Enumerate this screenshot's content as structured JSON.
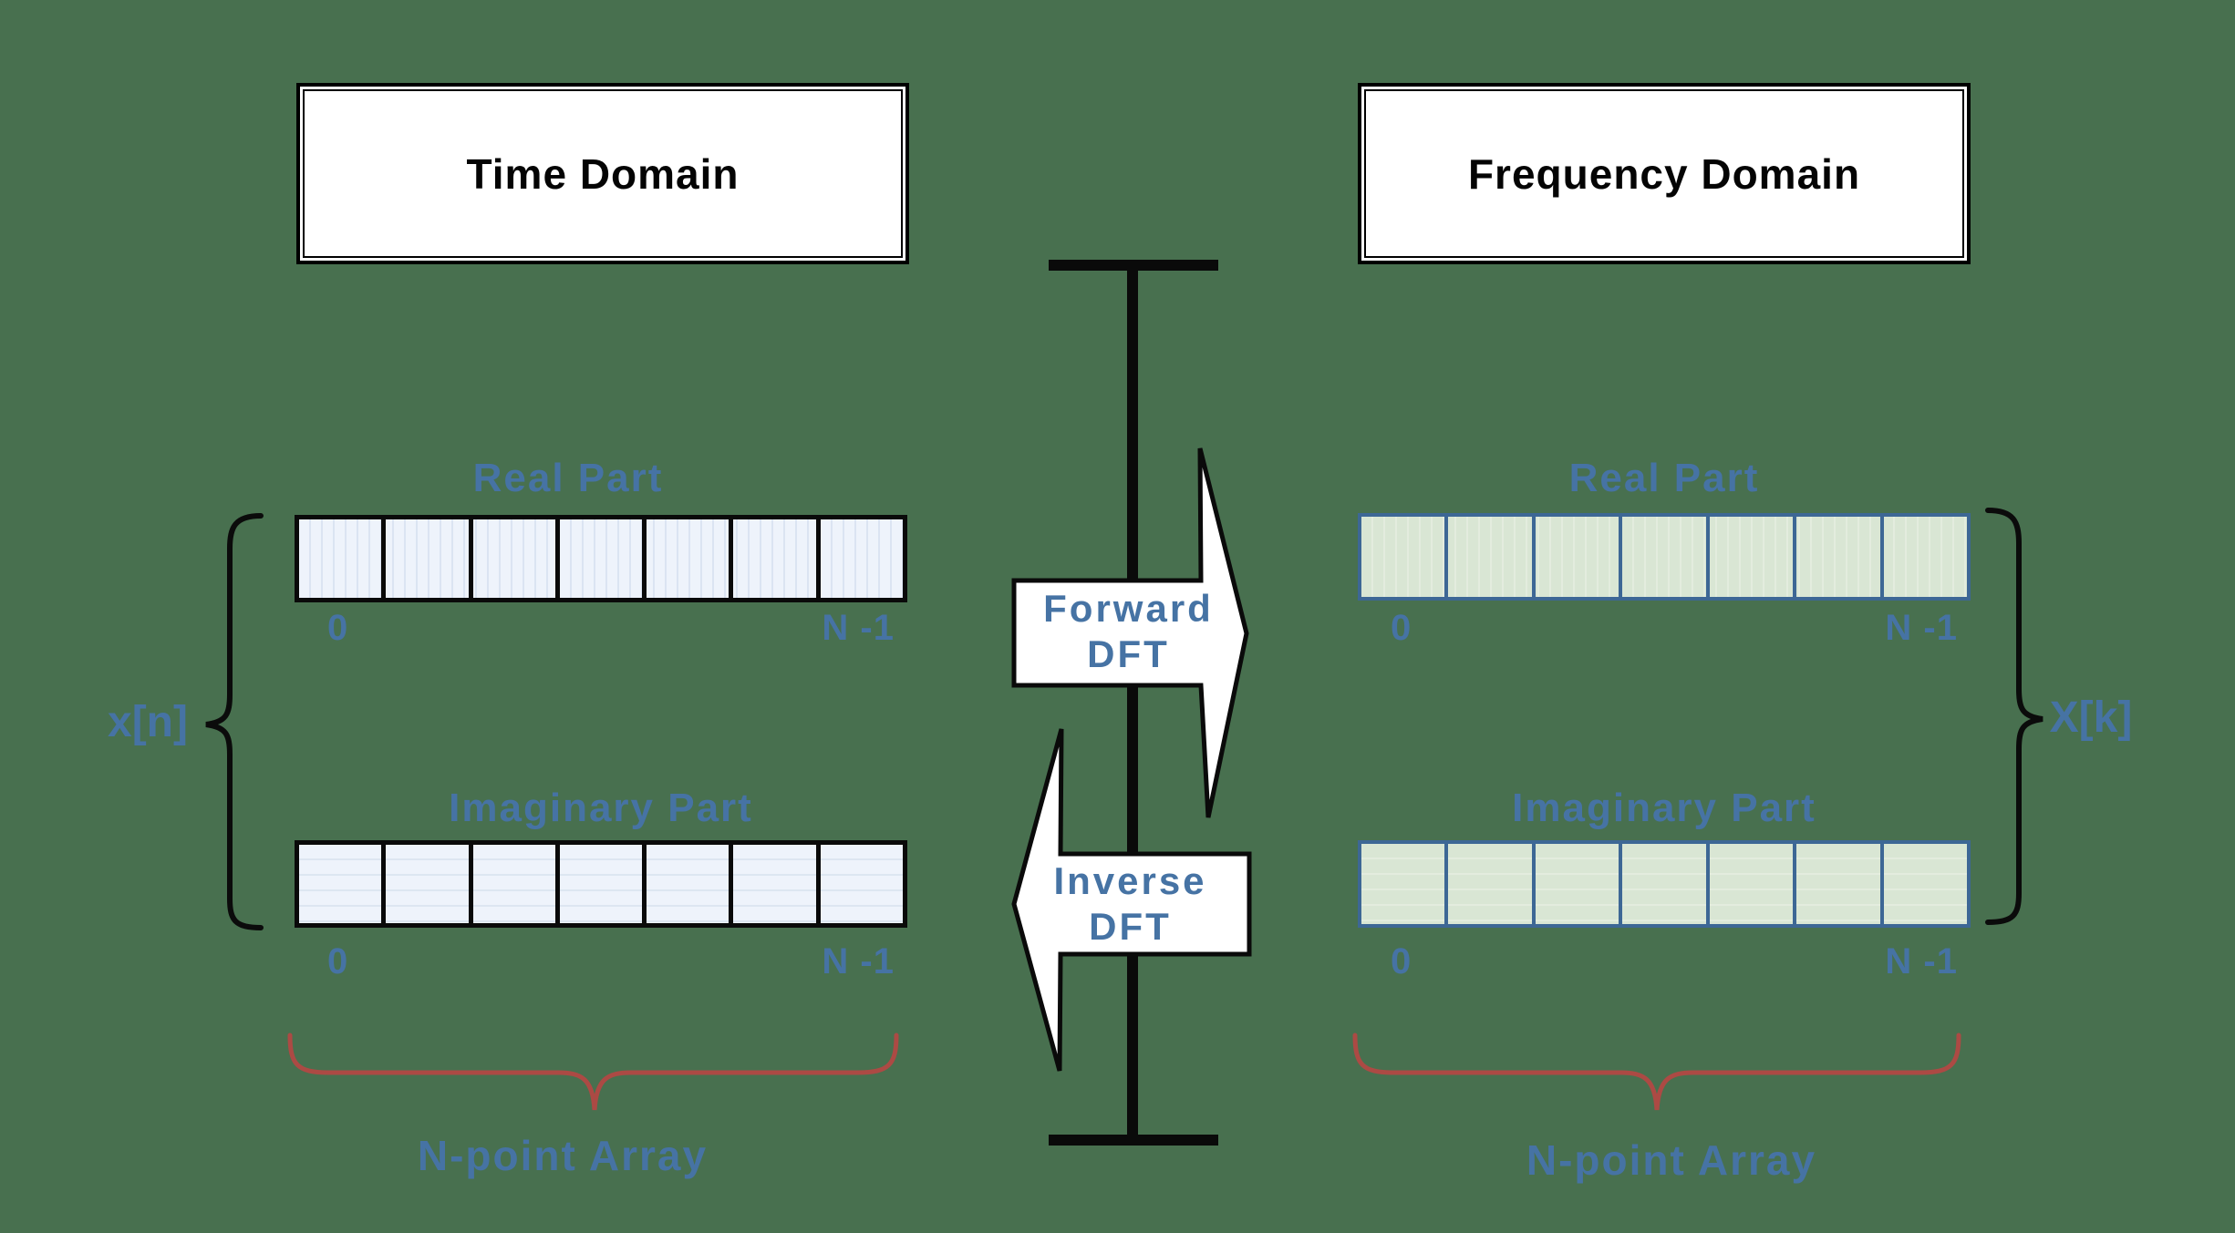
{
  "colors": {
    "background": "#48704f",
    "accent_blue": "#4673a4",
    "accent_red": "#ac4a44",
    "time_array_fill": "#eef3fb",
    "freq_array_fill": "#d9e6d4",
    "freq_array_border": "#3d6795",
    "line_black": "#0a0a0a"
  },
  "panels": {
    "time": {
      "title": "Time Domain",
      "real": {
        "label": "Real Part",
        "start_index": "0",
        "end_index": "N -1",
        "cells": 7
      },
      "imaginary": {
        "label": "Imaginary Part",
        "start_index": "0",
        "end_index": "N -1",
        "cells": 7
      },
      "signal_label": "x[n]",
      "array_caption": "N-point Array"
    },
    "frequency": {
      "title": "Frequency Domain",
      "real": {
        "label": "Real Part",
        "start_index": "0",
        "end_index": "N -1",
        "cells": 7
      },
      "imaginary": {
        "label": "Imaginary Part",
        "start_index": "0",
        "end_index": "N -1",
        "cells": 7
      },
      "signal_label": "X[k]",
      "array_caption": "N-point Array"
    }
  },
  "arrows": {
    "forward": {
      "line1": "Forward",
      "line2": "DFT"
    },
    "inverse": {
      "line1": "Inverse",
      "line2": "DFT"
    }
  }
}
